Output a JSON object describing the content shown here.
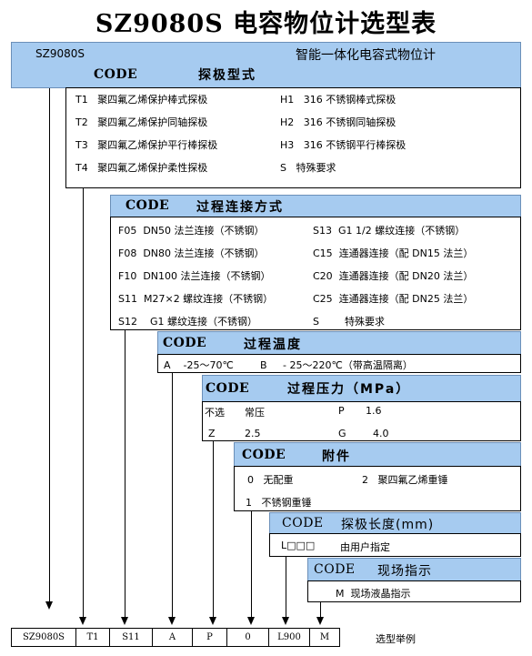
{
  "title": "SZ9080S 电容物位计选型表",
  "model": {
    "code": "SZ9080S",
    "description": "智能一体化电容式物位计"
  },
  "probe": {
    "code_label": "CODE",
    "heading": "探极型式",
    "left": [
      {
        "code": "T1",
        "text": "聚四氟乙烯保护棒式探极"
      },
      {
        "code": "T2",
        "text": "聚四氟乙烯保护同轴探极"
      },
      {
        "code": "T3",
        "text": "聚四氟乙烯保护平行棒探极"
      },
      {
        "code": "T4",
        "text": "聚四氟乙烯保护柔性探极"
      }
    ],
    "right": [
      {
        "code": "H1",
        "text": "316 不锈钢棒式探极"
      },
      {
        "code": "H2",
        "text": "316 不锈钢同轴探极"
      },
      {
        "code": "H3",
        "text": "316 不锈钢平行棒探极"
      },
      {
        "code": "S",
        "text": "特殊要求"
      }
    ]
  },
  "connection": {
    "code_label": "CODE",
    "heading": "过程连接方式",
    "left": [
      {
        "code": "F05",
        "text": "DN50 法兰连接（不锈钢）"
      },
      {
        "code": "F08",
        "text": "DN80 法兰连接（不锈钢）"
      },
      {
        "code": "F10",
        "text": "DN100 法兰连接（不锈钢）"
      },
      {
        "code": "S11",
        "text": "M27×2 螺纹连接（不锈钢）"
      },
      {
        "code": "S12",
        "text": "G1 螺纹连接（不锈钢）"
      }
    ],
    "right": [
      {
        "code": "S13",
        "text": "G1 1/2 螺纹连接（不锈钢）"
      },
      {
        "code": "C15",
        "text": "连通器连接（配 DN15 法兰）"
      },
      {
        "code": "C20",
        "text": "连通器连接（配 DN20 法兰）"
      },
      {
        "code": "C25",
        "text": "连通器连接（配 DN25 法兰）"
      },
      {
        "code": "S",
        "text": "特殊要求"
      }
    ]
  },
  "temperature": {
    "code_label": "CODE",
    "heading": "过程温度",
    "a_code": "A",
    "a_text": "-25～70℃",
    "b_code": "B",
    "b_text": "- 25～220℃（带高温隔离）"
  },
  "pressure": {
    "code_label": "CODE",
    "heading": "过程压力（MPa）",
    "rows": [
      {
        "c1": "不选",
        "v1": "常压",
        "c2": "P",
        "v2": "1.6"
      },
      {
        "c1": "Z",
        "v1": "2.5",
        "c2": "G",
        "v2": "4.0"
      }
    ]
  },
  "accessory": {
    "code_label": "CODE",
    "heading": "附件",
    "r1_c1": "0",
    "r1_t1": "无配重",
    "r1_c2": "2",
    "r1_t2": "聚四氟乙烯重锤",
    "r2_c1": "1",
    "r2_t1": "不锈钢重锤"
  },
  "length": {
    "code_label": "CODE",
    "heading": "探极长度(mm)",
    "code": "L□□□",
    "text": "由用户指定"
  },
  "display": {
    "code_label": "CODE",
    "heading": "现场指示",
    "code": "M",
    "text": "现场液晶指示"
  },
  "example": {
    "cells": [
      "SZ9080S",
      "T1",
      "S11",
      "A",
      "P",
      "0",
      "L900",
      "M"
    ],
    "label": "选型举例"
  }
}
